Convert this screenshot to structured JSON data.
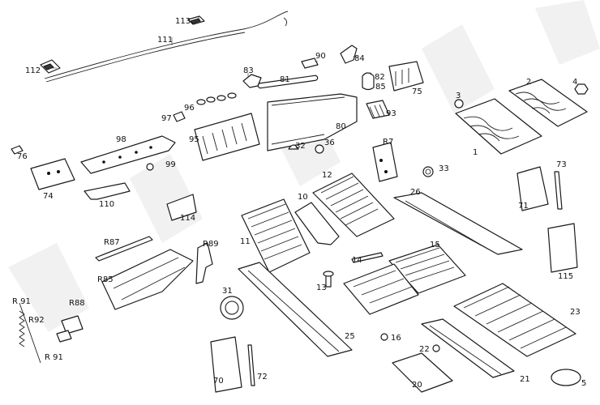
{
  "labels": {
    "l113": "113",
    "l111": "111",
    "l112": "112",
    "l83": "83",
    "l90": "90",
    "l84": "84",
    "l81": "81",
    "l82": "82",
    "l85": "85",
    "l75": "75",
    "l97": "97",
    "l96": "96",
    "l93": "93",
    "l80": "80",
    "l3": "3",
    "l2": "2",
    "l4": "4",
    "l1": "1",
    "l98": "98",
    "l95": "95",
    "l32": "32",
    "l36": "36",
    "lR7": "R7",
    "l76": "76",
    "l99": "99",
    "l74": "74",
    "l110": "110",
    "l12": "12",
    "l10": "10",
    "l33": "33",
    "l26": "26",
    "l73": "73",
    "l71": "71",
    "l114": "114",
    "lR87": "R87",
    "lR89": "R89",
    "l11": "11",
    "l14": "14",
    "l15": "15",
    "lR85": "R85",
    "l13": "13",
    "l115": "115",
    "l31": "31",
    "l23": "23",
    "lR91a": "R 91",
    "lR92": "R92",
    "lR88": "R88",
    "lR91b": "R 91",
    "l25": "25",
    "l16": "16",
    "l22": "22",
    "l70": "70",
    "l72": "72",
    "l20": "20",
    "l21": "21",
    "l5": "5"
  },
  "colors": {
    "line": "#1a1a1a",
    "background": "#ffffff",
    "watermark": "#e6e6e6"
  }
}
